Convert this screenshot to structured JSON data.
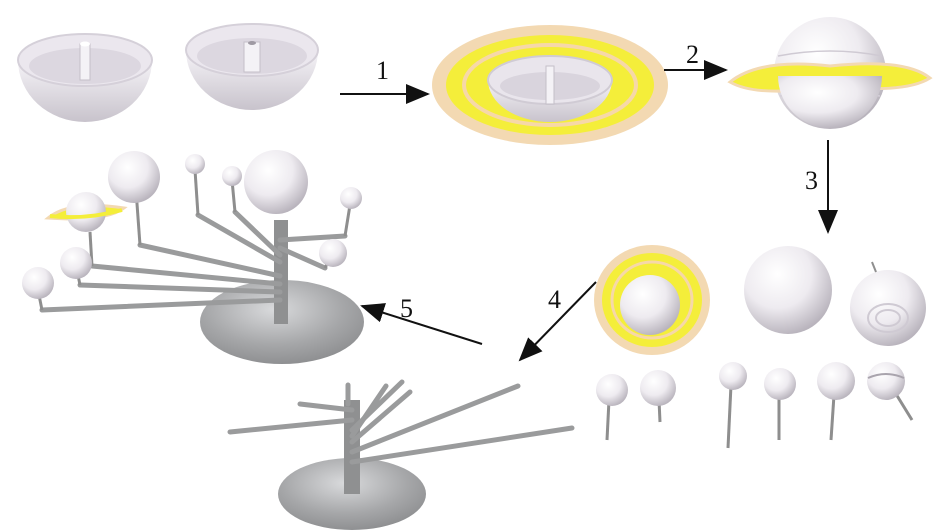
{
  "steps": [
    {
      "label": "1"
    },
    {
      "label": "2"
    },
    {
      "label": "3"
    },
    {
      "label": "4"
    },
    {
      "label": "5"
    }
  ],
  "colors": {
    "background": "#ffffff",
    "plastic": "#f1eef2",
    "plastic_shade": "#c9c4cc",
    "ring_yellow": "#f4ee3a",
    "ring_peach": "#f3d9b2",
    "rod_grey": "#9b9b9b",
    "base_grey": "#a9aaac",
    "arrow": "#111111"
  }
}
